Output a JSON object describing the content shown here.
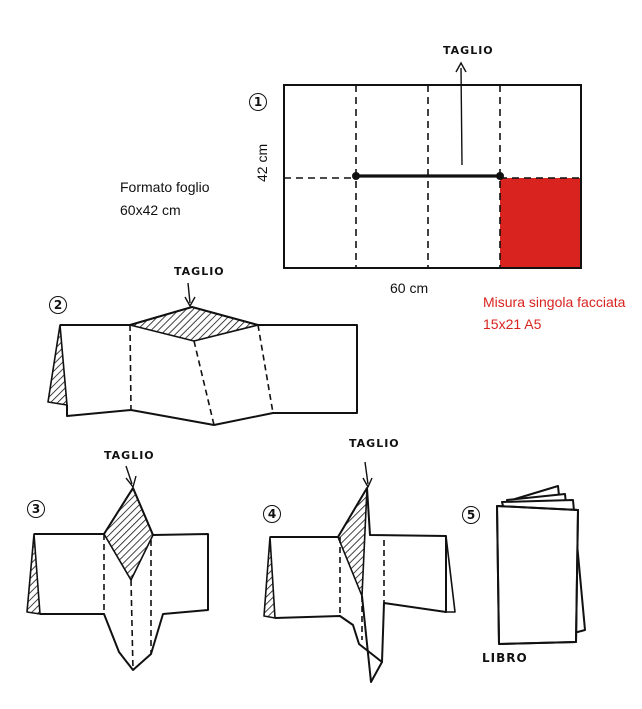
{
  "steps": [
    "1",
    "2",
    "3",
    "4",
    "5"
  ],
  "sheet": {
    "format_line1": "Formato foglio",
    "format_line2": "60x42 cm",
    "width_label": "60 cm",
    "height_label": "42 cm"
  },
  "page_size": {
    "line1": "Misura singola facciata",
    "line2": "15x21 A5",
    "color": "#d9231f"
  },
  "cut_label": "TAGLIO",
  "cut_label_lower": "TAGLIO",
  "book_label": "LIBRO"
}
